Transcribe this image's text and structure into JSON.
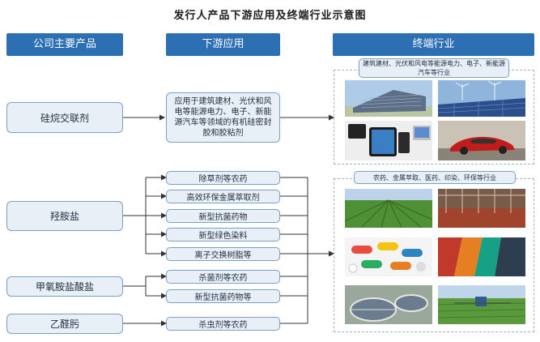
{
  "title": "发行人产品下游应用及终端行业示意图",
  "headers": {
    "company_products": "公司主要产品",
    "downstream": "下游应用",
    "terminal": "终端行业"
  },
  "products": [
    "硅烷交联剂",
    "羟胺盐",
    "甲氧胺盐酸盐",
    "乙醛肟"
  ],
  "applications": {
    "silane": "应用于建筑建材、光伏和风电等能源电力、电子、新能源汽车等领域的有机硅密封胶和胶粘剂",
    "hydroxylamine": [
      "除草剂等农药",
      "高效环保金属萃取剂",
      "新型抗菌药物",
      "新型绿色染料",
      "离子交换树脂等"
    ],
    "methoxyamine": [
      "杀菌剂等农药",
      "新型抗菌药物等"
    ],
    "acetaldoxime": [
      "杀虫剂等农药"
    ]
  },
  "terminal_industries": {
    "group1": "建筑建材、光伏和风电等能源电力、电子、新能源汽车等行业",
    "group2": "农药、金属萃取、医药、印染、环保等行业"
  },
  "photos": {
    "group1": [
      "office-building",
      "solar-panels-and-wind-turbines",
      "electronic-devices",
      "electric-car"
    ],
    "group2": [
      "crop-field",
      "metal-extraction-plant",
      "pills-and-capsules",
      "dyed-fabrics",
      "water-treatment-plant",
      "farm-spraying-tractor"
    ]
  },
  "colors": {
    "header_bg": "#2c6fb3",
    "box_bg": "#e8eff7",
    "box_border": "#7f9fbf"
  }
}
